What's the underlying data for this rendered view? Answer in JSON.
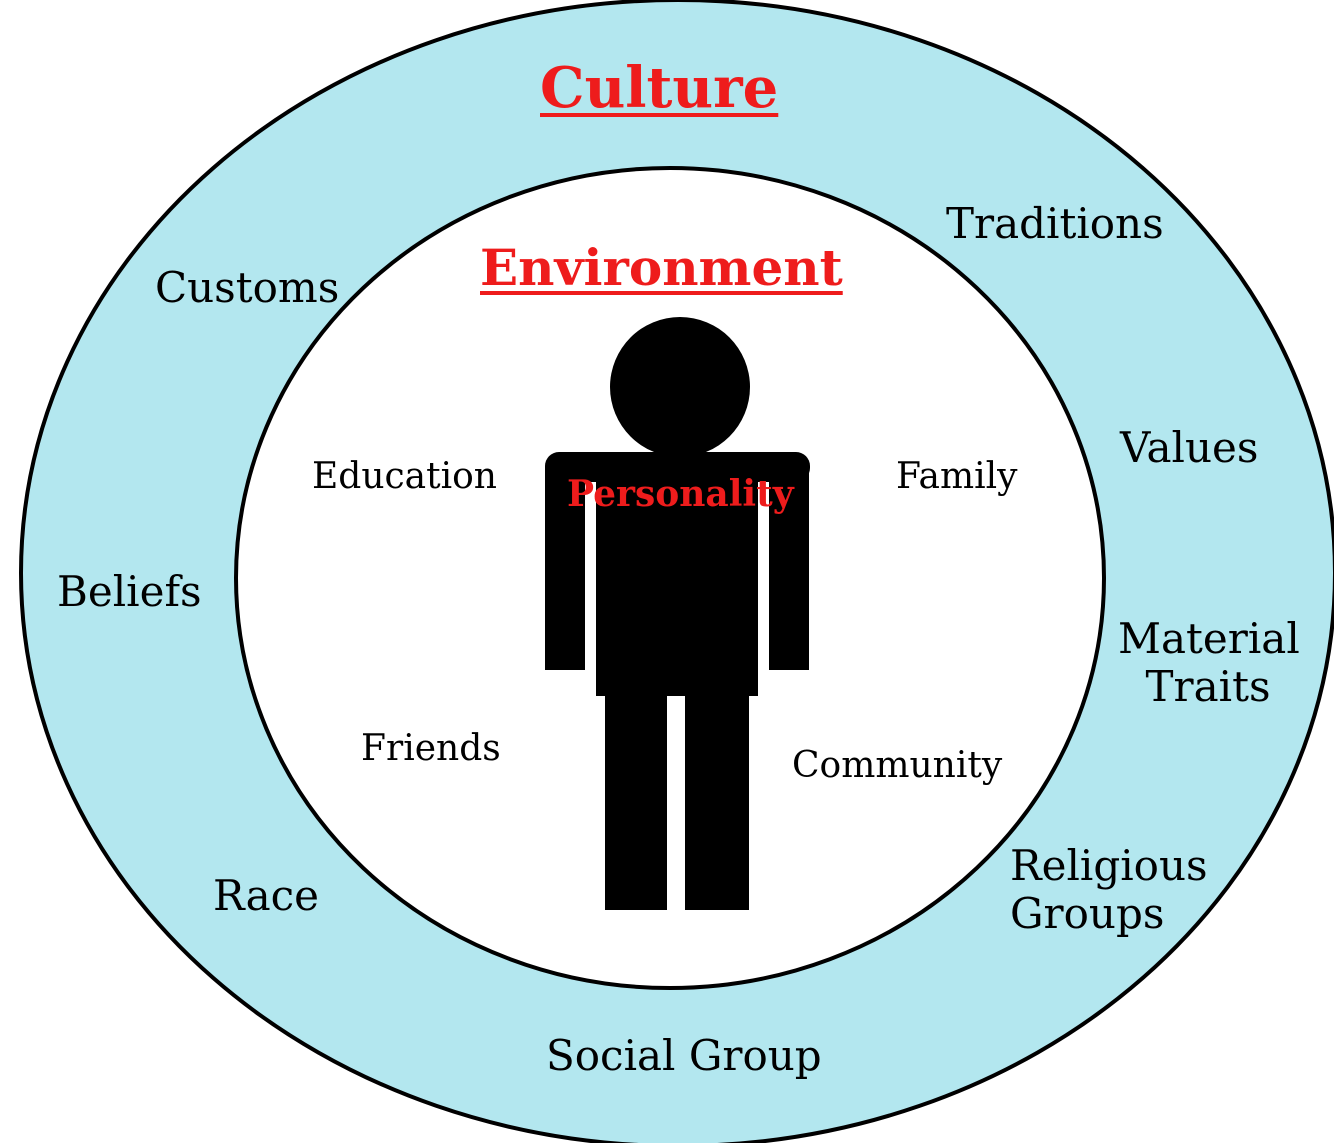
{
  "colors": {
    "outer_ring_fill": "#b3e7ef",
    "inner_circle_fill": "#ffffff",
    "stroke": "#000000",
    "title_red": "#ee1c1c",
    "figure": "#000000"
  },
  "outer": {
    "title": "Culture",
    "labels": {
      "traditions": "Traditions",
      "customs": "Customs",
      "values": "Values",
      "beliefs": "Beliefs",
      "material_traits_1": "Material",
      "material_traits_2": "Traits",
      "race": "Race",
      "religious_groups_1": "Religious",
      "religious_groups_2": "Groups",
      "social_group": "Social Group"
    }
  },
  "inner": {
    "title": "Environment",
    "labels": {
      "education": "Education",
      "family": "Family",
      "friends": "Friends",
      "community": "Community"
    }
  },
  "center": {
    "label": "Personality",
    "figure_icon": "person-icon"
  }
}
